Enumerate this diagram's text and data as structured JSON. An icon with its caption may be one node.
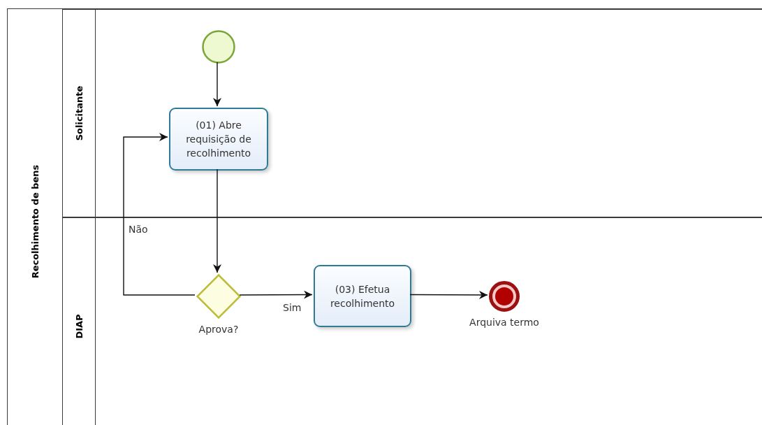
{
  "diagram": {
    "nodes": [
      {
        "text": [
          "Recolhimento de bens"
        ]
      },
      {
        "text": [
          "Solicitante"
        ],
        "in": 0
      },
      {
        "text": [
          "DIAP"
        ],
        "in": 0
      },
      {
        "text": [],
        "shape": "circle",
        "in": 1
      },
      {
        "text": [
          "(01) Abre requisição de recolhimento"
        ],
        "in": 1
      },
      {
        "text": [
          "Aprova?"
        ],
        "in": 2
      },
      {
        "text": [
          "(03) Efetua recolhimento"
        ],
        "in": 2
      },
      {
        "text": [
          "Arquiva termo"
        ],
        "in": 2
      }
    ],
    "edges": [
      {
        "from": 3,
        "to": 4,
        "arrow": "to"
      },
      {
        "from": 4,
        "to": 5,
        "arrow": "to"
      },
      {
        "from": 5,
        "to": 4,
        "arrow": "to",
        "label": "Não"
      },
      {
        "from": 5,
        "to": 6,
        "arrow": "to",
        "label": "Sim"
      },
      {
        "from": 6,
        "to": 7,
        "arrow": "to"
      }
    ]
  }
}
